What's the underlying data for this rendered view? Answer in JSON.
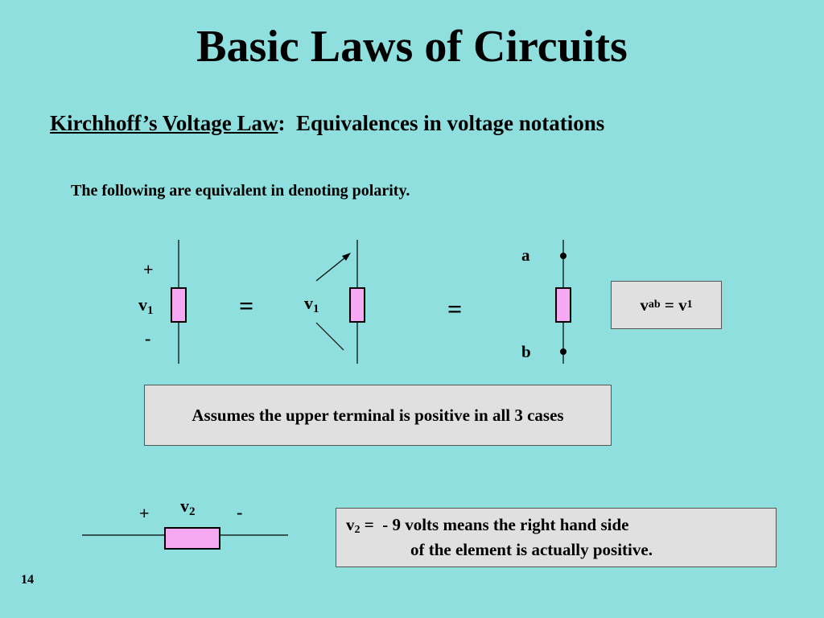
{
  "slide": {
    "title": "Basic Laws of Circuits",
    "subtitle_law": "Kirchhoff’s Voltage Law",
    "subtitle_colon": ":",
    "subtitle_rest": "Equivalences in voltage notations",
    "intro": "The following are equivalent in denoting polarity.",
    "page_number": "14"
  },
  "diagram": {
    "plus": "+",
    "minus": "-",
    "v": "v",
    "sub_1": "1",
    "sub_2": "2",
    "sub_ab": "ab",
    "equals": "=",
    "node_a": "a",
    "node_b": "b",
    "vab_box": {
      "v": "v",
      "sub_ab": "ab",
      "eq": " = v",
      "sub_1": "1"
    },
    "assume_text": "Assumes the upper terminal is positive in all 3 cases",
    "v2_box": {
      "prefix_v": "v",
      "prefix_sub": "2",
      "line1": " =  - 9 volts means the right hand side",
      "line2": "of the element is actually positive."
    }
  },
  "colors": {
    "background": "#8fdfdf",
    "resistor_fill": "#f7a8f2",
    "box_fill": "#e0e0e0",
    "wire": "#000000"
  }
}
